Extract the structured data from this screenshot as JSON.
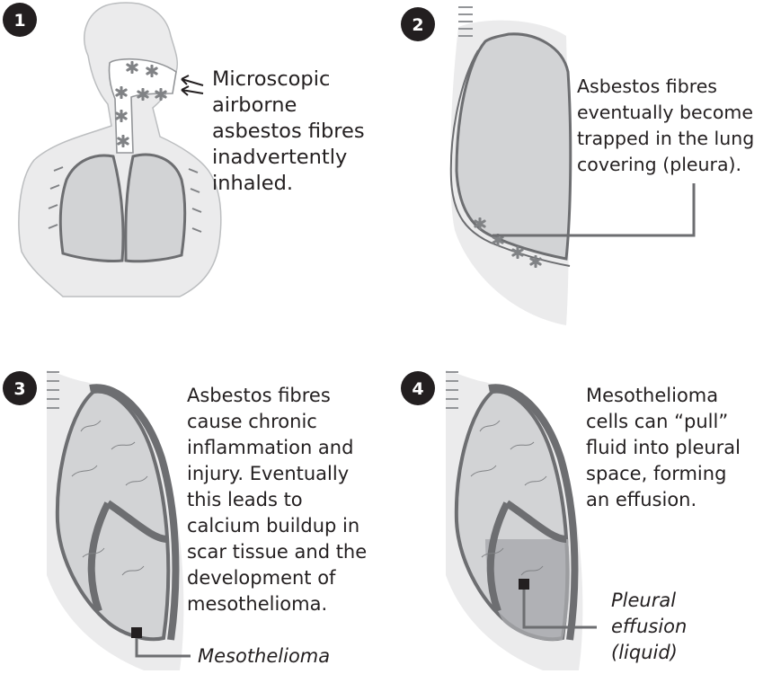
{
  "panels": [
    {
      "number": "1",
      "caption": [
        "Microscopic",
        "airborne",
        "asbestos fibres",
        "inadvertently",
        "inhaled."
      ]
    },
    {
      "number": "2",
      "caption": [
        "Asbestos fibres",
        "eventually become",
        "trapped in the lung",
        "covering (pleura)."
      ]
    },
    {
      "number": "3",
      "caption": [
        "Asbestos fibres",
        "cause chronic",
        "inflammation and",
        "injury. Eventually",
        "this leads to",
        "calcium buildup in",
        "scar tissue and the",
        "development of",
        "mesothelioma."
      ],
      "callout": "Mesothelioma"
    },
    {
      "number": "4",
      "caption": [
        "Mesothelioma",
        "cells can “pull”",
        "fluid into pleural",
        "space, forming",
        "an effusion."
      ],
      "callout": [
        "Pleural",
        "effusion",
        "(liquid)"
      ]
    }
  ],
  "colors": {
    "badge": "#231f20",
    "lung_fill": "#d2d3d5",
    "pleura": "#6d6e71",
    "body_silhouette": "#ebebec",
    "fibre": "#808285",
    "effusion": "#a7a9ac"
  }
}
